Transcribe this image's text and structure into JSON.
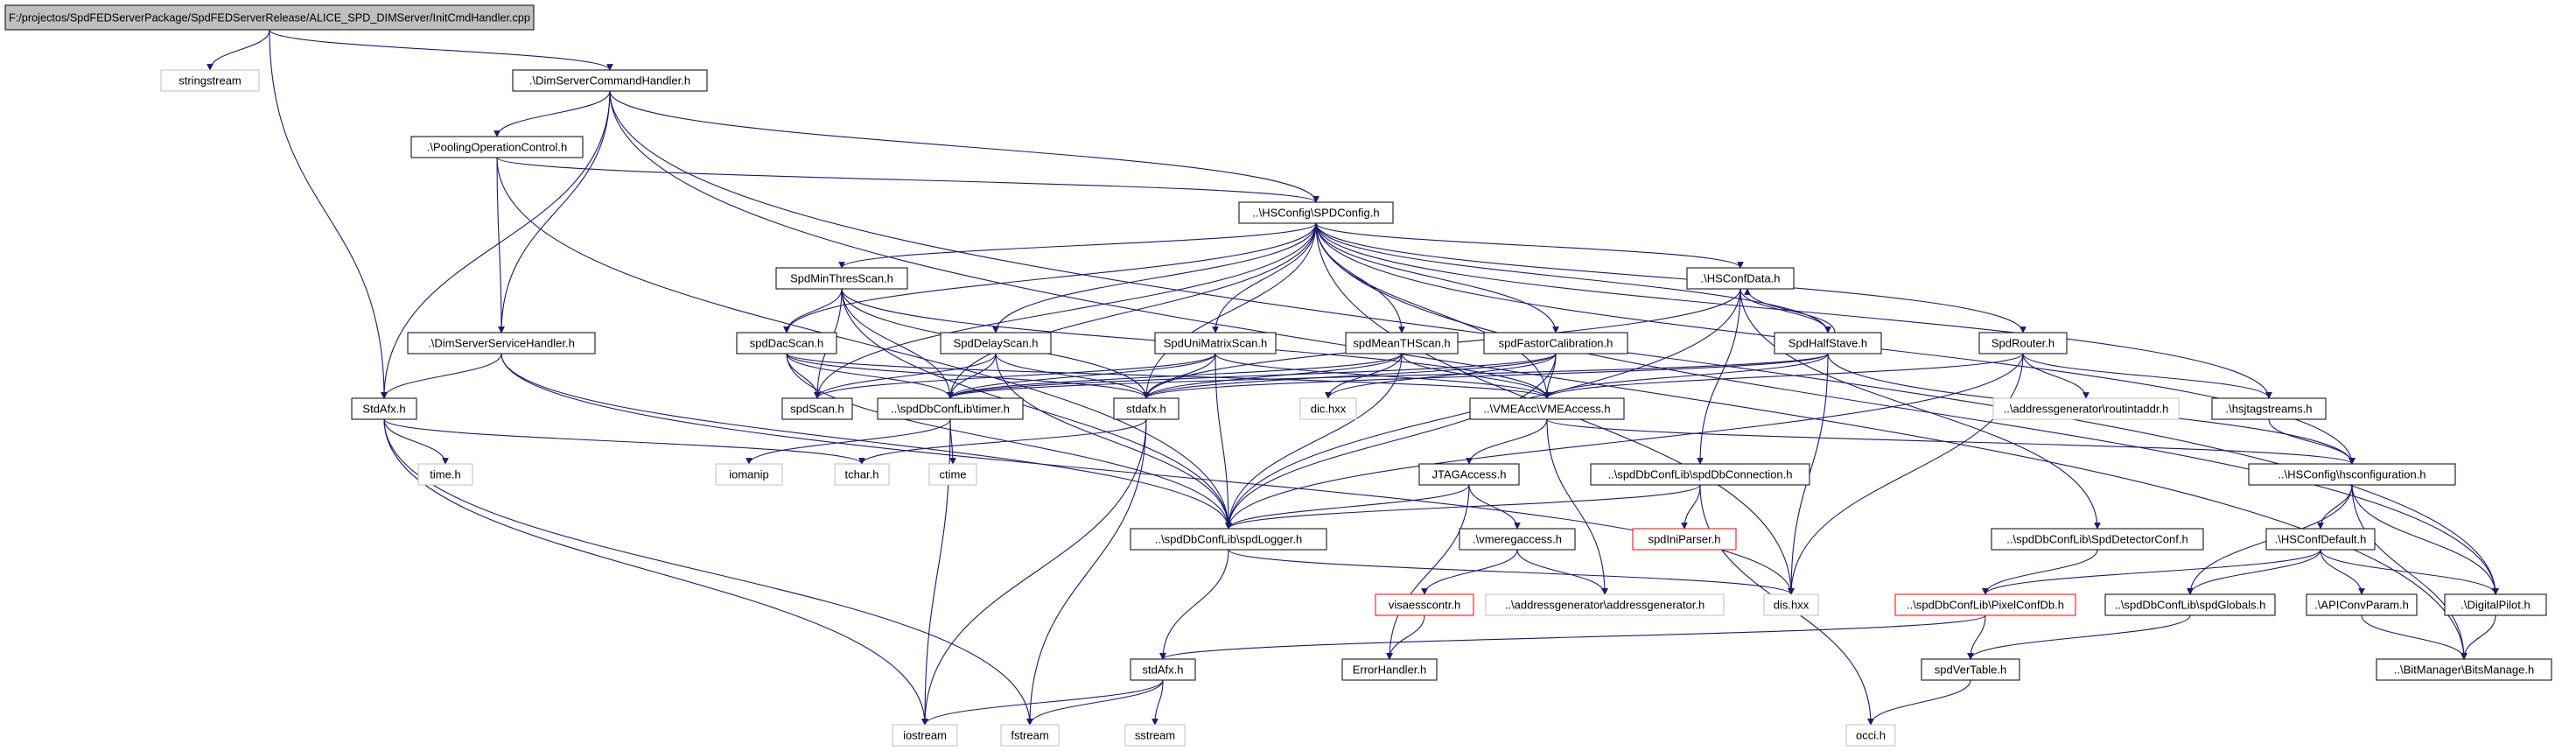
{
  "graph": {
    "nodes": [
      {
        "id": "root",
        "label": "F:/projectos/SpdFEDServerPackage/SpdFEDServerRelease/ALICE_SPD_DIMServer/InitCmdHandler.cpp",
        "style": "root"
      },
      {
        "id": "stringstream",
        "label": "stringstream",
        "style": "ext"
      },
      {
        "id": "dimcmd",
        "label": ".\\DimServerCommandHandler.h",
        "style": "normal"
      },
      {
        "id": "pooling",
        "label": ".\\PoolingOperationControl.h",
        "style": "normal"
      },
      {
        "id": "spdconfig",
        "label": "..\\HSConfig\\SPDConfig.h",
        "style": "normal"
      },
      {
        "id": "minthres",
        "label": "SpdMinThresScan.h",
        "style": "normal"
      },
      {
        "id": "hsconfdata",
        "label": ".\\HSConfData.h",
        "style": "normal"
      },
      {
        "id": "dimsvc",
        "label": ".\\DimServerServiceHandler.h",
        "style": "normal"
      },
      {
        "id": "dacscan",
        "label": "spdDacScan.h",
        "style": "normal"
      },
      {
        "id": "delayscan",
        "label": "SpdDelayScan.h",
        "style": "normal"
      },
      {
        "id": "unimatrix",
        "label": "SpdUniMatrixScan.h",
        "style": "normal"
      },
      {
        "id": "meanth",
        "label": "spdMeanTHScan.h",
        "style": "normal"
      },
      {
        "id": "fastor",
        "label": "spdFastorCalibration.h",
        "style": "normal"
      },
      {
        "id": "halfstave",
        "label": "SpdHalfStave.h",
        "style": "normal"
      },
      {
        "id": "router",
        "label": "SpdRouter.h",
        "style": "normal"
      },
      {
        "id": "stdafxcap",
        "label": "StdAfx.h",
        "style": "normal"
      },
      {
        "id": "spdscan",
        "label": "spdScan.h",
        "style": "normal"
      },
      {
        "id": "timer",
        "label": "..\\spdDbConfLib\\timer.h",
        "style": "normal"
      },
      {
        "id": "stdafxlow",
        "label": "stdafx.h",
        "style": "normal"
      },
      {
        "id": "dic",
        "label": "dic.hxx",
        "style": "ext"
      },
      {
        "id": "vmeaccess",
        "label": "..\\VMEAcc\\VMEAccess.h",
        "style": "normal"
      },
      {
        "id": "routintaddr",
        "label": "..\\addressgenerator\\routintaddr.h",
        "style": "ext"
      },
      {
        "id": "hsjtag",
        "label": ".\\hsjtagstreams.h",
        "style": "normal"
      },
      {
        "id": "time",
        "label": "time.h",
        "style": "ext"
      },
      {
        "id": "iomanip",
        "label": "iomanip",
        "style": "ext"
      },
      {
        "id": "tchar",
        "label": "tchar.h",
        "style": "ext"
      },
      {
        "id": "ctime",
        "label": "ctime",
        "style": "ext"
      },
      {
        "id": "jtag",
        "label": "JTAGAccess.h",
        "style": "normal"
      },
      {
        "id": "dbconn",
        "label": "..\\spdDbConfLib\\spdDbConnection.h",
        "style": "normal"
      },
      {
        "id": "hsconfiguration",
        "label": "..\\HSConfig\\hsconfiguration.h",
        "style": "normal"
      },
      {
        "id": "logger",
        "label": "..\\spdDbConfLib\\spdLogger.h",
        "style": "normal"
      },
      {
        "id": "vmeregaccess",
        "label": ".\\vmeregaccess.h",
        "style": "normal"
      },
      {
        "id": "iniparser",
        "label": "spdIniParser.h",
        "style": "red"
      },
      {
        "id": "detectorconf",
        "label": "..\\spdDbConfLib\\SpdDetectorConf.h",
        "style": "normal"
      },
      {
        "id": "hsconfdefault",
        "label": ".\\HSConfDefault.h",
        "style": "normal"
      },
      {
        "id": "visaesss",
        "label": "visaesscontr.h",
        "style": "red"
      },
      {
        "id": "addrgen",
        "label": "..\\addressgenerator\\addressgenerator.h",
        "style": "ext"
      },
      {
        "id": "dis",
        "label": "dis.hxx",
        "style": "ext"
      },
      {
        "id": "pixelconf",
        "label": "..\\spdDbConfLib\\PixelConfDb.h",
        "style": "red"
      },
      {
        "id": "spdglobals",
        "label": "..\\spdDbConfLib\\spdGlobals.h",
        "style": "normal"
      },
      {
        "id": "apiconv",
        "label": ".\\APIConvParam.h",
        "style": "normal"
      },
      {
        "id": "digitalpilot",
        "label": ".\\DigitalPilot.h",
        "style": "normal"
      },
      {
        "id": "errorhandler",
        "label": "ErrorHandler.h",
        "style": "normal"
      },
      {
        "id": "stdafxbot",
        "label": "stdAfx.h",
        "style": "normal"
      },
      {
        "id": "spdvertable",
        "label": "spdVerTable.h",
        "style": "normal"
      },
      {
        "id": "bitsmanage",
        "label": "..\\BitManager\\BitsManage.h",
        "style": "normal"
      },
      {
        "id": "iostream",
        "label": "iostream",
        "style": "ext"
      },
      {
        "id": "fstream",
        "label": "fstream",
        "style": "ext"
      },
      {
        "id": "sstream",
        "label": "sstream",
        "style": "ext"
      },
      {
        "id": "occi",
        "label": "occi.h",
        "style": "ext"
      }
    ],
    "edges": [
      [
        "root",
        "stringstream"
      ],
      [
        "root",
        "dimcmd"
      ],
      [
        "root",
        "stdafxcap"
      ],
      [
        "dimcmd",
        "pooling"
      ],
      [
        "dimcmd",
        "spdconfig"
      ],
      [
        "dimcmd",
        "dimsvc"
      ],
      [
        "dimcmd",
        "stdafxcap"
      ],
      [
        "dimcmd",
        "digitalpilot"
      ],
      [
        "dimcmd",
        "bitsmanage"
      ],
      [
        "pooling",
        "spdconfig"
      ],
      [
        "pooling",
        "dimsvc"
      ],
      [
        "pooling",
        "logger"
      ],
      [
        "spdconfig",
        "minthres"
      ],
      [
        "spdconfig",
        "dacscan"
      ],
      [
        "spdconfig",
        "delayscan"
      ],
      [
        "spdconfig",
        "unimatrix"
      ],
      [
        "spdconfig",
        "meanth"
      ],
      [
        "spdconfig",
        "fastor"
      ],
      [
        "spdconfig",
        "hsconfdata"
      ],
      [
        "spdconfig",
        "halfstave"
      ],
      [
        "spdconfig",
        "router"
      ],
      [
        "spdconfig",
        "hsjtag"
      ],
      [
        "spdconfig",
        "hsconfiguration"
      ],
      [
        "spdconfig",
        "spdscan"
      ],
      [
        "spdconfig",
        "timer"
      ],
      [
        "spdconfig",
        "stdafxlow"
      ],
      [
        "spdconfig",
        "vmeaccess"
      ],
      [
        "spdconfig",
        "dis"
      ],
      [
        "spdconfig",
        "digitalpilot"
      ],
      [
        "minthres",
        "dacscan"
      ],
      [
        "minthres",
        "spdscan"
      ],
      [
        "minthres",
        "timer"
      ],
      [
        "minthres",
        "stdafxlow"
      ],
      [
        "minthres",
        "logger"
      ],
      [
        "minthres",
        "vmeaccess"
      ],
      [
        "hsconfdata",
        "halfstave"
      ],
      [
        "hsconfdata",
        "stdafxlow"
      ],
      [
        "hsconfdata",
        "logger"
      ],
      [
        "hsconfdata",
        "dbconn"
      ],
      [
        "hsconfdata",
        "detectorconf"
      ],
      [
        "dimsvc",
        "stdafxcap"
      ],
      [
        "dimsvc",
        "logger"
      ],
      [
        "dimsvc",
        "dis"
      ],
      [
        "dacscan",
        "spdscan"
      ],
      [
        "dacscan",
        "timer"
      ],
      [
        "dacscan",
        "stdafxlow"
      ],
      [
        "dacscan",
        "vmeaccess"
      ],
      [
        "dacscan",
        "logger"
      ],
      [
        "delayscan",
        "spdscan"
      ],
      [
        "delayscan",
        "timer"
      ],
      [
        "delayscan",
        "stdafxlow"
      ],
      [
        "delayscan",
        "logger"
      ],
      [
        "unimatrix",
        "spdscan"
      ],
      [
        "unimatrix",
        "timer"
      ],
      [
        "unimatrix",
        "stdafxlow"
      ],
      [
        "unimatrix",
        "vmeaccess"
      ],
      [
        "unimatrix",
        "logger"
      ],
      [
        "meanth",
        "timer"
      ],
      [
        "meanth",
        "stdafxlow"
      ],
      [
        "meanth",
        "vmeaccess"
      ],
      [
        "meanth",
        "logger"
      ],
      [
        "meanth",
        "dic"
      ],
      [
        "fastor",
        "timer"
      ],
      [
        "fastor",
        "stdafxlow"
      ],
      [
        "fastor",
        "vmeaccess"
      ],
      [
        "fastor",
        "logger"
      ],
      [
        "fastor",
        "dic"
      ],
      [
        "halfstave",
        "hsconfdata"
      ],
      [
        "halfstave",
        "stdafxlow"
      ],
      [
        "halfstave",
        "vmeaccess"
      ],
      [
        "halfstave",
        "hsconfiguration"
      ],
      [
        "halfstave",
        "dis"
      ],
      [
        "halfstave",
        "timer"
      ],
      [
        "router",
        "vmeaccess"
      ],
      [
        "router",
        "routintaddr"
      ],
      [
        "router",
        "hsjtag"
      ],
      [
        "router",
        "logger"
      ],
      [
        "router",
        "dis"
      ],
      [
        "stdafxcap",
        "time"
      ],
      [
        "stdafxcap",
        "tchar"
      ],
      [
        "stdafxcap",
        "iostream"
      ],
      [
        "stdafxcap",
        "fstream"
      ],
      [
        "timer",
        "iomanip"
      ],
      [
        "timer",
        "ctime"
      ],
      [
        "timer",
        "iostream"
      ],
      [
        "stdafxlow",
        "tchar"
      ],
      [
        "stdafxlow",
        "iostream"
      ],
      [
        "stdafxlow",
        "fstream"
      ],
      [
        "vmeaccess",
        "jtag"
      ],
      [
        "vmeaccess",
        "addrgen"
      ],
      [
        "vmeaccess",
        "hsconfiguration"
      ],
      [
        "hsjtag",
        "hsconfiguration"
      ],
      [
        "jtag",
        "vmeregaccess"
      ],
      [
        "jtag",
        "errorhandler"
      ],
      [
        "jtag",
        "logger"
      ],
      [
        "dbconn",
        "iniparser"
      ],
      [
        "dbconn",
        "logger"
      ],
      [
        "dbconn",
        "occi"
      ],
      [
        "hsconfiguration",
        "hsconfdefault"
      ],
      [
        "hsconfiguration",
        "digitalpilot"
      ],
      [
        "hsconfiguration",
        "spdglobals"
      ],
      [
        "hsconfiguration",
        "bitsmanage"
      ],
      [
        "logger",
        "stdafxbot"
      ],
      [
        "logger",
        "dis"
      ],
      [
        "vmeregaccess",
        "visaesss"
      ],
      [
        "vmeregaccess",
        "addrgen"
      ],
      [
        "visaesss",
        "errorhandler"
      ],
      [
        "detectorconf",
        "pixelconf"
      ],
      [
        "hsconfdefault",
        "pixelconf"
      ],
      [
        "hsconfdefault",
        "spdglobals"
      ],
      [
        "hsconfdefault",
        "apiconv"
      ],
      [
        "hsconfdefault",
        "digitalpilot"
      ],
      [
        "pixelconf",
        "stdafxbot"
      ],
      [
        "pixelconf",
        "spdvertable"
      ],
      [
        "spdglobals",
        "spdvertable"
      ],
      [
        "apiconv",
        "bitsmanage"
      ],
      [
        "digitalpilot",
        "bitsmanage"
      ],
      [
        "stdafxbot",
        "iostream"
      ],
      [
        "stdafxbot",
        "fstream"
      ],
      [
        "stdafxbot",
        "sstream"
      ],
      [
        "spdvertable",
        "occi"
      ]
    ]
  },
  "colors": {
    "edge": "#1a1a6e",
    "node_border": "#000000",
    "node_fill": "#ffffff",
    "ext_border": "#bfbfbf",
    "red_border": "#ff0000",
    "root_fill": "#bfbfbf"
  }
}
